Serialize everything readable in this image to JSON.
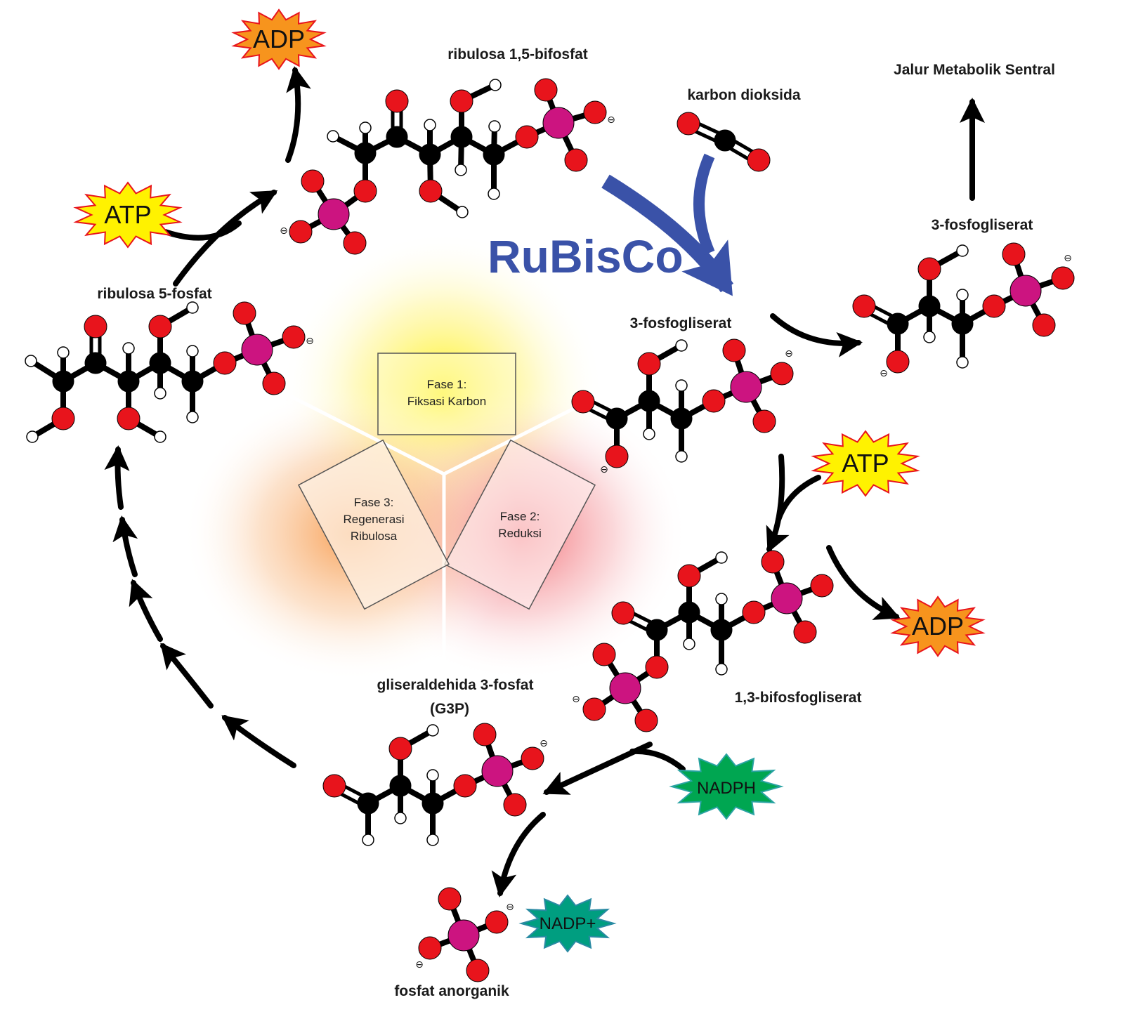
{
  "labels": {
    "rubp": "ribulosa 1,5-bifosfat",
    "co2": "karbon dioksida",
    "central": "Jalur Metabolik Sentral",
    "pga_top": "3-fosfogliserat",
    "pga": "3-fosfogliserat",
    "r5p": "ribulosa 5-fosfat",
    "bpg": "1,3-bifosfogliserat",
    "g3p_line1": "gliseraldehida 3-fosfat",
    "g3p_line2": "(G3P)",
    "pi": "fosfat anorganik",
    "enzyme": "RuBisCo"
  },
  "phases": [
    {
      "line1": "Fase 1:",
      "line2": "Fiksasi Karbon"
    },
    {
      "line1": "Fase 2:",
      "line2": "Reduksi"
    },
    {
      "line1": "Fase 3:",
      "line2": "Regenerasi",
      "line3": "Ribulosa"
    }
  ],
  "cofactors": {
    "atp": "ATP",
    "adp": "ADP",
    "nadph": "NADPH",
    "nadp": "NADP+",
    "charge": "⊖"
  },
  "colors": {
    "oxygen": "#e8141c",
    "carbon": "#000000",
    "hydrogen": "#ffffff",
    "phosphorus": "#cc1480",
    "enzyme": "#3a52a8",
    "atp": "#fff200",
    "adp": "#f7941d",
    "nadph": "#00a651",
    "nadp": "#009e80",
    "phase1": "#fff200",
    "phase2": "#ee3a43",
    "phase3": "#f58220"
  }
}
